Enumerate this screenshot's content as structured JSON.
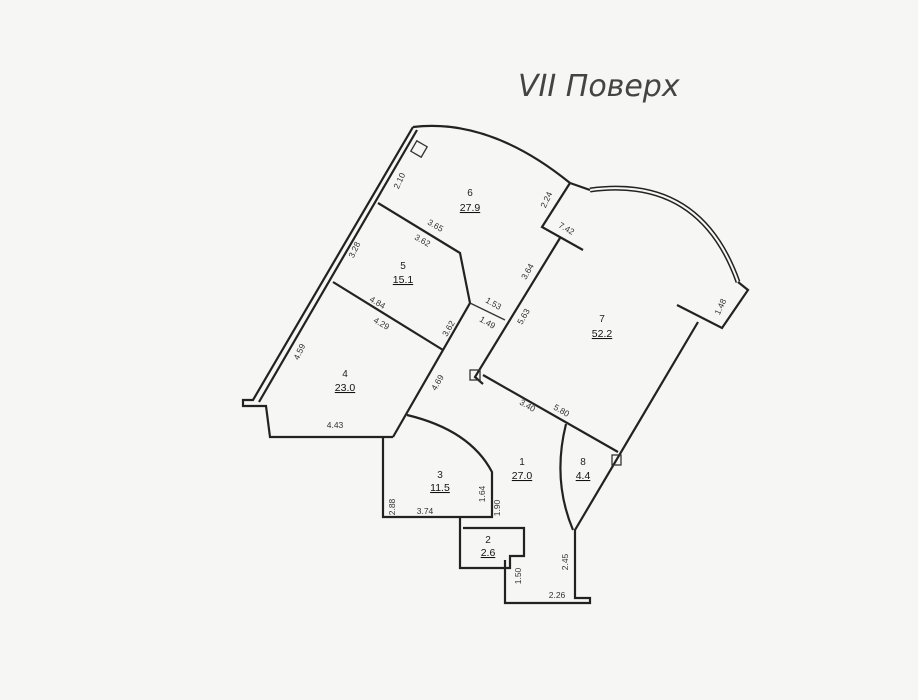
{
  "title": "VII Поверх",
  "rooms": [
    {
      "number": "1",
      "area": "27.0"
    },
    {
      "number": "2",
      "area": "2.6"
    },
    {
      "number": "3",
      "area": "11.5"
    },
    {
      "number": "4",
      "area": "23.0"
    },
    {
      "number": "5",
      "area": "15.1"
    },
    {
      "number": "6",
      "area": "27.9"
    },
    {
      "number": "7",
      "area": "52.2"
    },
    {
      "number": "8",
      "area": "4.4"
    }
  ],
  "dimensions": [
    "2.10",
    "3.65",
    "3.62",
    "3.28",
    "4.84",
    "4.29",
    "3.62",
    "4.59",
    "4.69",
    "4.43",
    "2.24",
    "7.42",
    "3.64",
    "1.53",
    "1.49",
    "5.63",
    "1.48",
    "3.40",
    "5.80",
    "2.88",
    "3.74",
    "1.64",
    "1.90",
    "1.50",
    "2.45",
    "2.26"
  ]
}
